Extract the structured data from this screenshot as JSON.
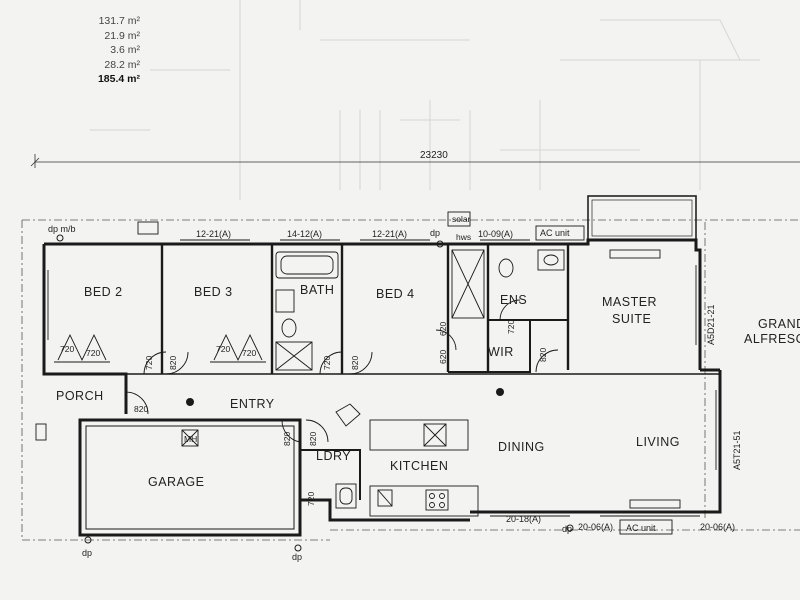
{
  "areas": [
    "131.7 m²",
    "21.9 m²",
    "3.6 m²",
    "28.2 m²",
    "185.4 m²"
  ],
  "overall_dimension": "23230",
  "rooms": {
    "bed2": "BED 2",
    "bed3": "BED 3",
    "bath": "BATH",
    "bed4": "BED 4",
    "ens": "ENS",
    "wir": "WIR",
    "master1": "MASTER",
    "master2": "SUITE",
    "grand1": "GRAND",
    "grand2": "ALFRESC",
    "porch": "PORCH",
    "entry": "ENTRY",
    "garage": "GARAGE",
    "ldry": "LDRY",
    "kitchen": "KITCHEN",
    "dining": "DINING",
    "living": "LIVING"
  },
  "windows": {
    "w1": "12-21(A)",
    "w2": "14-12(A)",
    "w3": "12-21(A)",
    "w4": "10-09(A)",
    "w5": "A5D21-21",
    "w6": "A5T21-51",
    "w7": "20-18(A)",
    "w8": "20-06(A)",
    "w9": "20-06(A)"
  },
  "labels": {
    "dp_mb": "dp m/b",
    "dp": "dp",
    "solar1": "solar",
    "solar2": "hws",
    "ac_unit": "AC unit",
    "mh": "MH"
  },
  "doors": {
    "d_bed2_a": "720",
    "d_bed2_b": "720",
    "d_bed3_a": "720",
    "d_bed3_b": "720",
    "d_bed2": "720",
    "d_bed3": "820",
    "d_bath": "720",
    "d_bed4": "820",
    "d_wir_a": "620",
    "d_wir_b": "620",
    "d_ens": "720",
    "d_master": "820",
    "d_porch": "820",
    "d_garage": "820",
    "d_ldry_a": "820",
    "d_ldry_b": "720"
  }
}
